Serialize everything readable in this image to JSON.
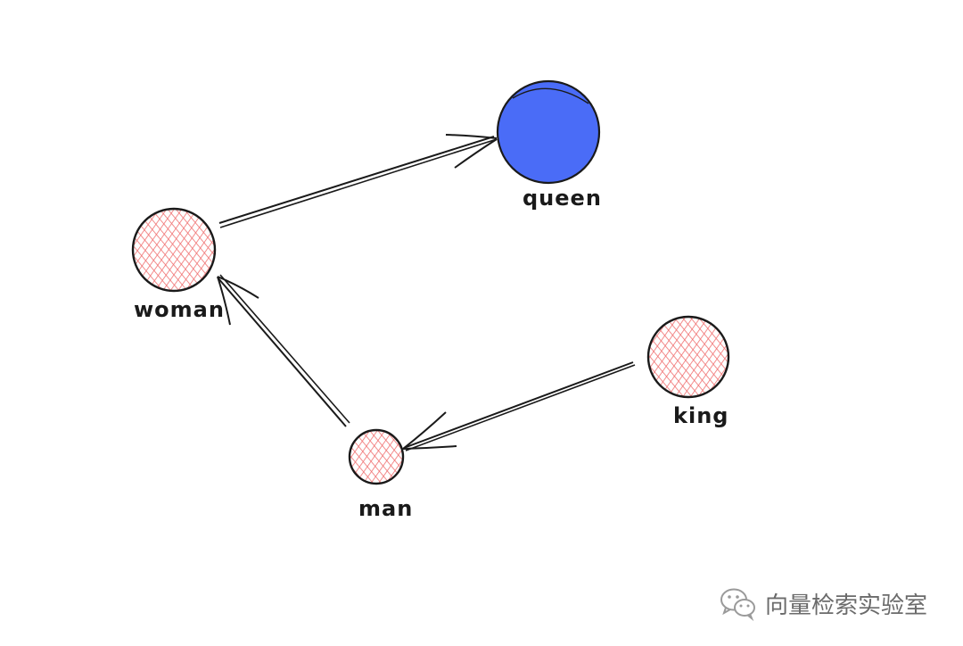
{
  "diagram": {
    "nodes": [
      {
        "id": "queen",
        "label": "queen",
        "style": "solid",
        "color": "#4a6cf7"
      },
      {
        "id": "woman",
        "label": "woman",
        "style": "hatched",
        "color": "#f07070"
      },
      {
        "id": "king",
        "label": "king",
        "style": "hatched",
        "color": "#f07070"
      },
      {
        "id": "man",
        "label": "man",
        "style": "hatched",
        "color": "#f07070"
      }
    ],
    "edges": [
      {
        "from": "woman",
        "to": "queen"
      },
      {
        "from": "man",
        "to": "woman"
      },
      {
        "from": "king",
        "to": "man"
      }
    ],
    "stroke_color": "#1a1a1a"
  },
  "watermark": {
    "icon": "wechat-icon",
    "text": "向量检索实验室"
  }
}
